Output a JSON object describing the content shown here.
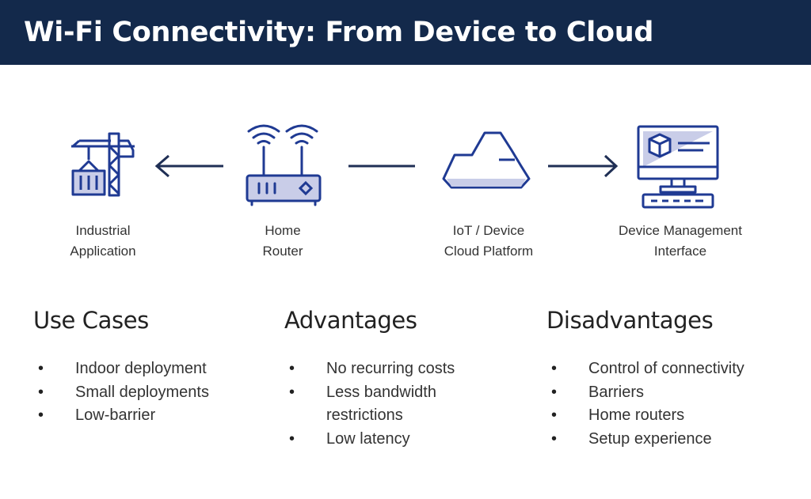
{
  "header": {
    "title": "Wi-Fi Connectivity: From Device to Cloud"
  },
  "colors": {
    "navy": "#13294b",
    "icon_blue": "#1f3a93",
    "icon_fill": "#c9cde8"
  },
  "nodes": [
    {
      "label_line1": "Industrial",
      "label_line2": "Application",
      "icon": "crane-container-icon"
    },
    {
      "label_line1": "Home",
      "label_line2": "Router",
      "icon": "wifi-router-icon"
    },
    {
      "label_line1": "IoT / Device",
      "label_line2": "Cloud Platform",
      "icon": "cloud-icon"
    },
    {
      "label_line1": "Device Management",
      "label_line2": "Interface",
      "icon": "computer-monitor-icon"
    }
  ],
  "sections": {
    "use_cases": {
      "title": "Use Cases",
      "items": [
        "Indoor deployment",
        "Small deployments",
        "Low-barrier"
      ]
    },
    "advantages": {
      "title": "Advantages",
      "items": [
        "No recurring costs",
        "Less bandwidth",
        "restrictions",
        "Low latency"
      ]
    },
    "disadvantages": {
      "title": "Disadvantages",
      "items": [
        "Control of connectivity",
        "Barriers",
        "Home routers",
        "Setup experience"
      ]
    }
  }
}
